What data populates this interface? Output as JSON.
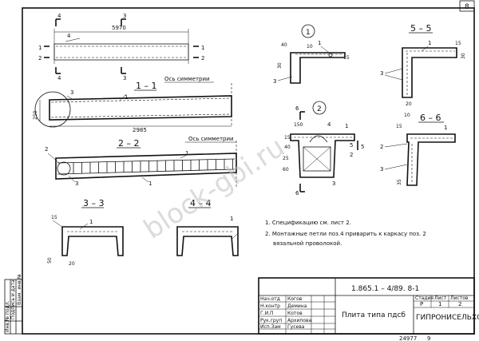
{
  "sheet": {
    "number": "8",
    "doc_code": "1.865.1 – 4/89. 8-1",
    "title": "Плита типа пдсб",
    "org": "ГИПРОНИСЕЛЬХОЗ",
    "stage_header": "Стадия",
    "sheet_header": "Лист",
    "sheets_header": "Листов",
    "stage": "Р",
    "sheet_no": "1",
    "sheets_total": "2",
    "inventory": "24977",
    "inventory_tail": "9",
    "watermark": "block-gbi.ru"
  },
  "signatures": [
    {
      "role": "Нач.отд",
      "name": "Когов"
    },
    {
      "role": "Н.контр",
      "name": "Демина"
    },
    {
      "role": "Г.И.П",
      "name": "Котов"
    },
    {
      "role": "Рук.груп",
      "name": "Архипова"
    },
    {
      "role": "Исп.Зам",
      "name": "Гусева"
    }
  ],
  "left_stamp": [
    "Инв.№ подл.",
    "Подпись и дата",
    "Взам. инв.№"
  ],
  "notes": [
    "1. Спецификацию  см.  лист 2.",
    "2. Монтажные петли поз.4 приварить к каркасу поз. 2",
    "вязальной   проволокой."
  ],
  "views": {
    "plan": {
      "dim": "5970",
      "mark_a": "4",
      "mark_b": "3",
      "mark_c": "1",
      "mark_d": "2",
      "pos": "4"
    },
    "s11": {
      "label": "1 – 1",
      "axis": "Ось симметрии",
      "dim_len": "2985",
      "dim_h": "250",
      "pos1": "1",
      "pos3": "3"
    },
    "s22": {
      "label": "2 – 2",
      "axis": "Ось симметрии",
      "pos1": "1",
      "pos2": "2",
      "pos3": "3",
      "mark": "1"
    },
    "s33": {
      "label": "3 – 3",
      "dim_a": "15",
      "dim_b": "50",
      "dim_c": "20",
      "pos": "1"
    },
    "s44": {
      "label": "4 – 4",
      "pos": "1"
    },
    "node1": {
      "label": "1",
      "d1": "40",
      "d2": "10",
      "d3": "30",
      "d4": "15",
      "pos1": "1",
      "pos3": "3"
    },
    "node2": {
      "label": "2",
      "d1": "150",
      "d2": "15",
      "d3": "40",
      "d4": "25",
      "d5": "60",
      "pos1": "1",
      "pos2": "2",
      "pos3": "3",
      "pos4": "4",
      "pos5": "5",
      "mark": "6"
    },
    "s55": {
      "label": "5 – 5",
      "d1": "15",
      "d2": "30",
      "d3": "20",
      "pos1": "1",
      "pos3": "3"
    },
    "s66": {
      "label": "6 – 6",
      "d1": "10",
      "d2": "15",
      "d3": "35",
      "pos1": "1",
      "pos2": "2",
      "pos3": "3"
    }
  }
}
